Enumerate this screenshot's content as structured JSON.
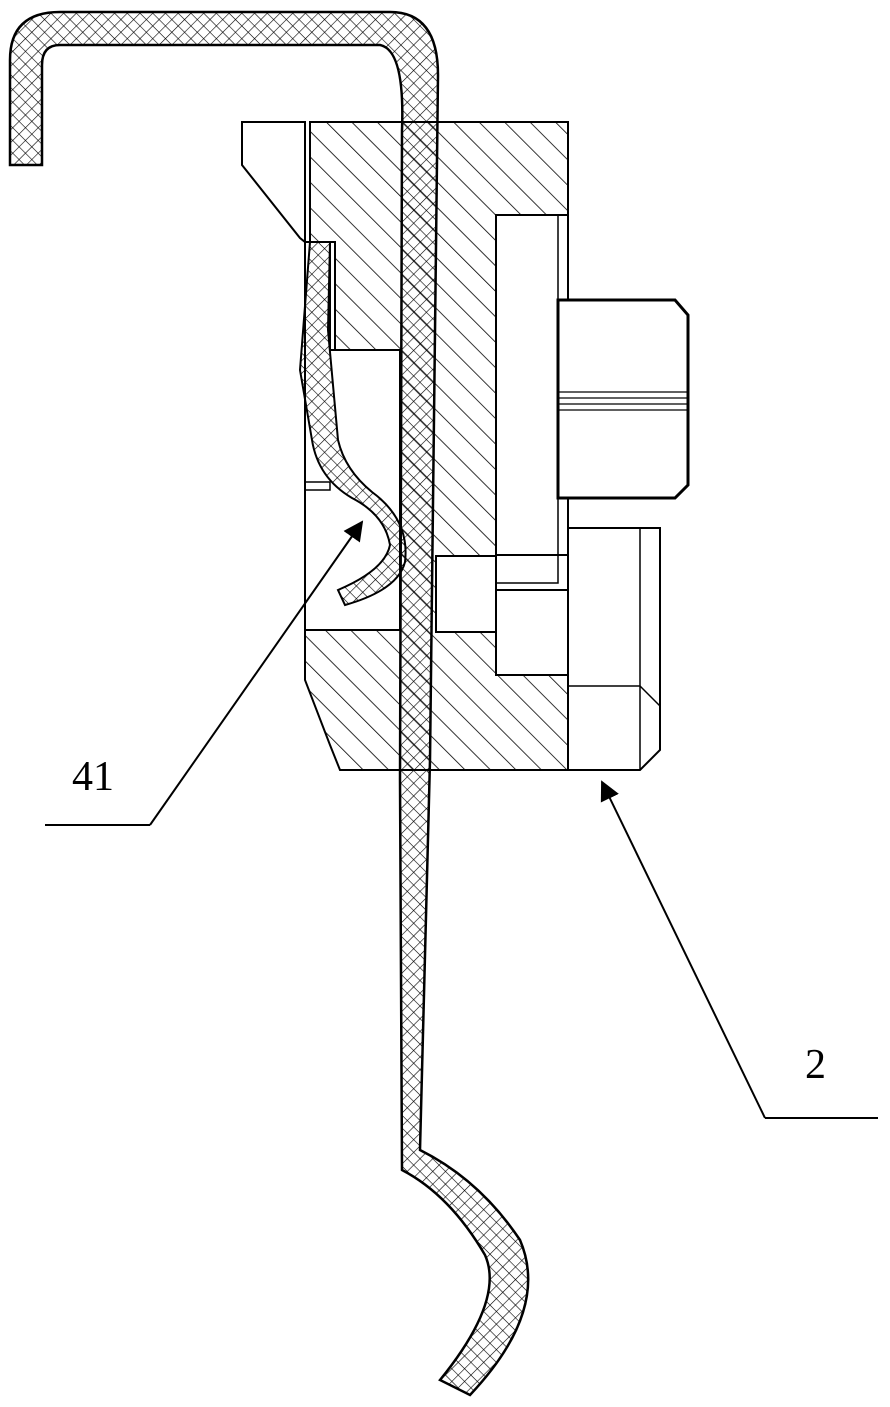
{
  "figure": {
    "callouts": [
      {
        "id": "41",
        "label": "41"
      },
      {
        "id": "2",
        "label": "2"
      }
    ]
  },
  "colors": {
    "line": "#000000",
    "background": "#ffffff"
  }
}
